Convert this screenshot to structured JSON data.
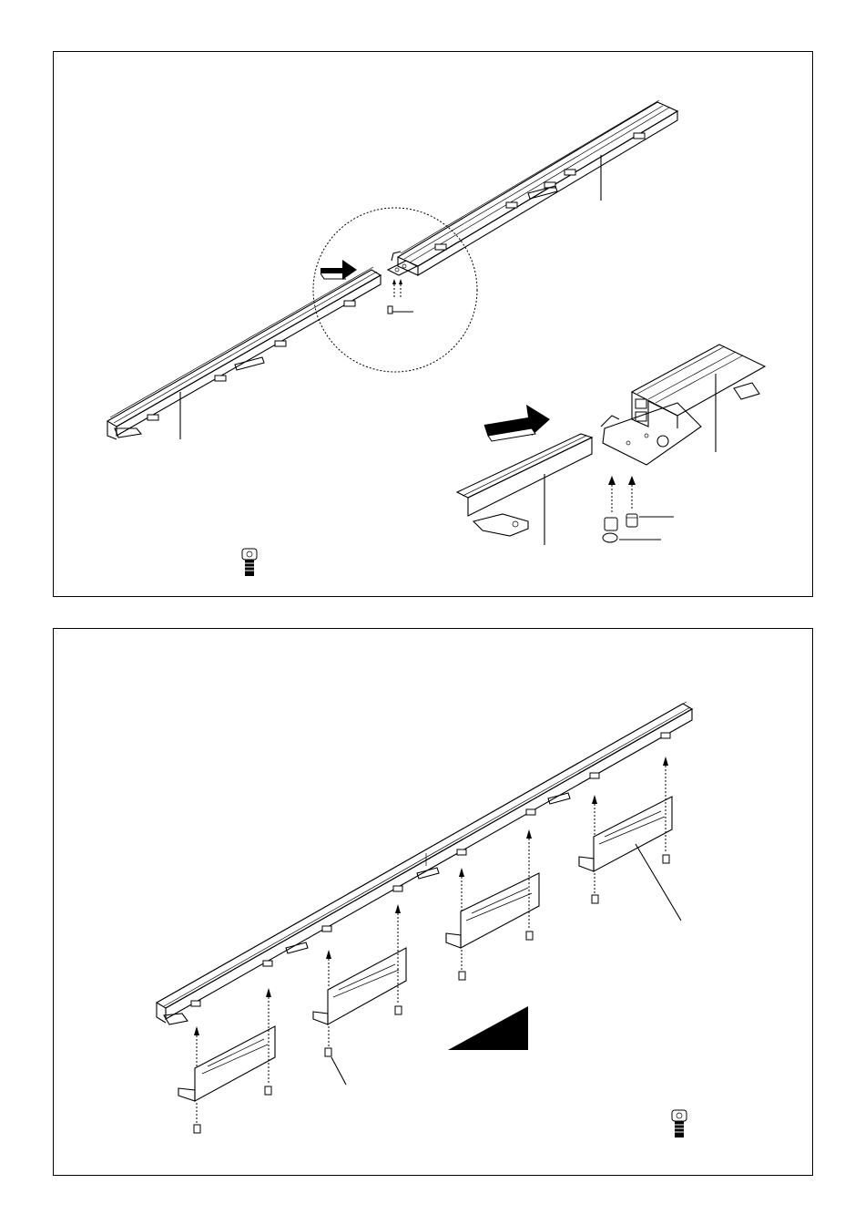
{
  "figures": [
    {
      "id": "join-rails",
      "callouts": 6,
      "screws_inset": 2
    },
    {
      "id": "mount-brackets",
      "brackets": 4,
      "screws": 8
    }
  ],
  "icons": {
    "push_arrow": "push-arrow-icon",
    "hex_socket_screw": "hex-socket-screw-icon",
    "warning_triangle": "black-wedge-icon"
  },
  "colors": {
    "line": "#000000",
    "background": "#ffffff"
  }
}
